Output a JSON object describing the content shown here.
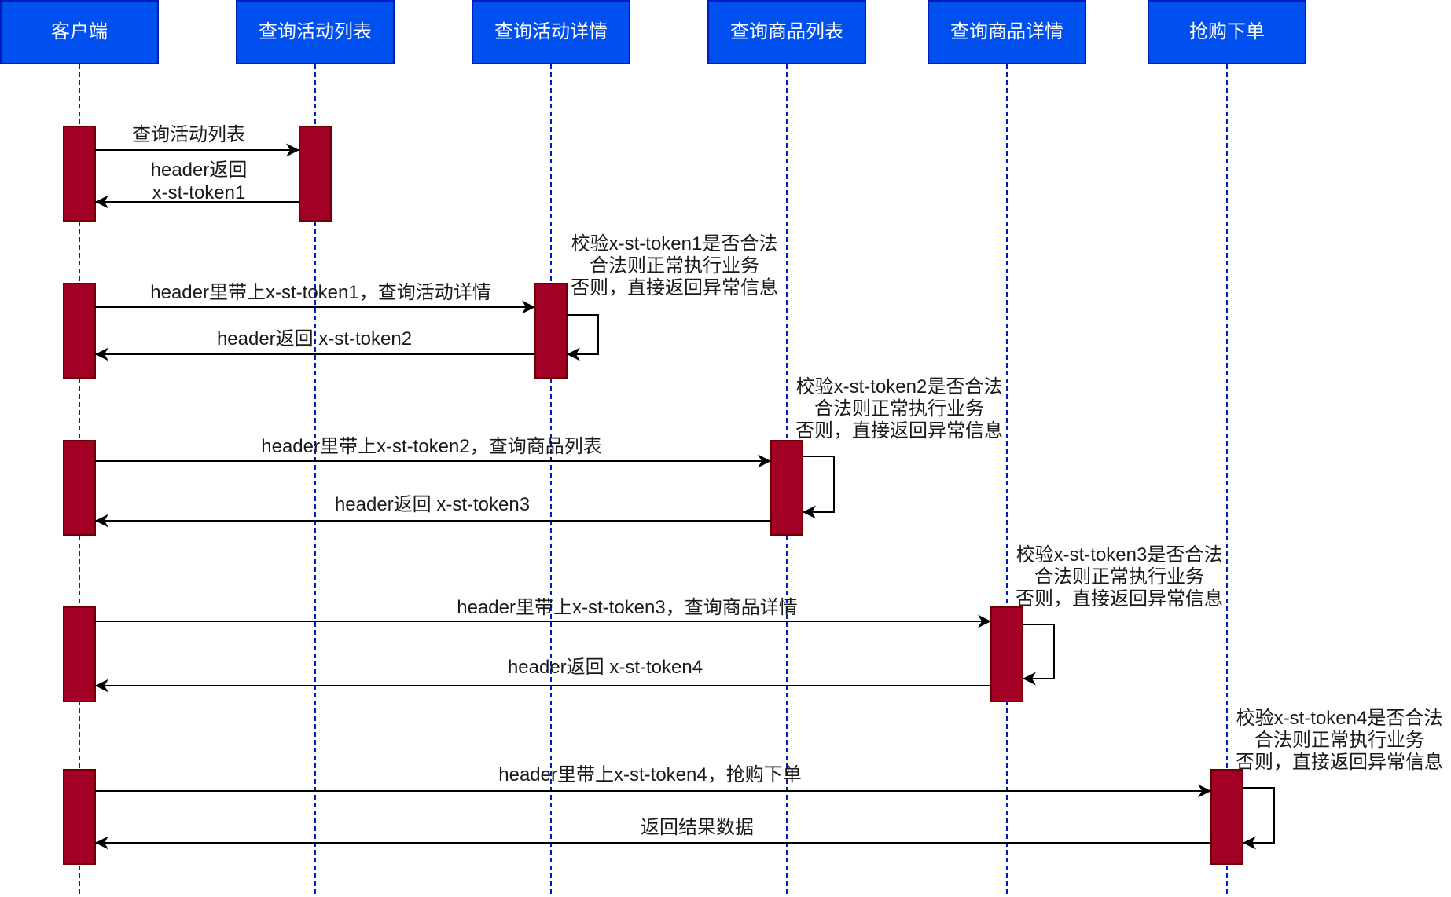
{
  "diagram": {
    "title": "",
    "participants": [
      {
        "label": "客户端"
      },
      {
        "label": "查询活动列表"
      },
      {
        "label": "查询活动详情"
      },
      {
        "label": "查询商品列表"
      },
      {
        "label": "查询商品详情"
      },
      {
        "label": "抢购下单"
      }
    ],
    "messages": [
      {
        "from": "客户端",
        "to": "查询活动列表",
        "kind": "request",
        "label": "查询活动列表"
      },
      {
        "from": "查询活动列表",
        "to": "客户端",
        "kind": "response",
        "label_lines": [
          "header返回",
          "x-st-token1"
        ]
      },
      {
        "from": "客户端",
        "to": "查询活动详情",
        "kind": "request",
        "label": "header里带上x-st-token1，查询活动详情"
      },
      {
        "from": "查询活动详情",
        "to": "查询活动详情",
        "kind": "self",
        "label": ""
      },
      {
        "from": "查询活动详情",
        "to": "客户端",
        "kind": "response",
        "label": "header返回 x-st-token2"
      },
      {
        "from": "客户端",
        "to": "查询商品列表",
        "kind": "request",
        "label": "header里带上x-st-token2，查询商品列表"
      },
      {
        "from": "查询商品列表",
        "to": "查询商品列表",
        "kind": "self",
        "label": ""
      },
      {
        "from": "查询商品列表",
        "to": "客户端",
        "kind": "response",
        "label": "header返回 x-st-token3"
      },
      {
        "from": "客户端",
        "to": "查询商品详情",
        "kind": "request",
        "label": "header里带上x-st-token3，查询商品详情"
      },
      {
        "from": "查询商品详情",
        "to": "查询商品详情",
        "kind": "self",
        "label": ""
      },
      {
        "from": "查询商品详情",
        "to": "客户端",
        "kind": "response",
        "label": "header返回 x-st-token4"
      },
      {
        "from": "客户端",
        "to": "抢购下单",
        "kind": "request",
        "label": "header里带上x-st-token4，抢购下单"
      },
      {
        "from": "抢购下单",
        "to": "抢购下单",
        "kind": "self",
        "label": ""
      },
      {
        "from": "抢购下单",
        "to": "客户端",
        "kind": "response",
        "label": "返回结果数据"
      }
    ],
    "notes": [
      {
        "participant": "查询活动详情",
        "lines": [
          "校验x-st-token1是否合法",
          "合法则正常执行业务",
          "否则，直接返回异常信息"
        ]
      },
      {
        "participant": "查询商品列表",
        "lines": [
          "校验x-st-token2是否合法",
          "合法则正常执行业务",
          "否则，直接返回异常信息"
        ]
      },
      {
        "participant": "查询商品详情",
        "lines": [
          "校验x-st-token3是否合法",
          "合法则正常执行业务",
          "否则，直接返回异常信息"
        ]
      },
      {
        "participant": "抢购下单",
        "lines": [
          "校验x-st-token4是否合法",
          "合法则正常执行业务",
          "否则，直接返回异常信息"
        ]
      }
    ],
    "colors": {
      "header_fill": "#0050EF",
      "header_stroke": "#001DBC",
      "header_text": "#FFFFFF",
      "activation_fill": "#A20025",
      "activation_stroke": "#6F0000",
      "lifeline": "#001DBC",
      "arrow": "#000000",
      "text": "#1A1A1A"
    }
  }
}
